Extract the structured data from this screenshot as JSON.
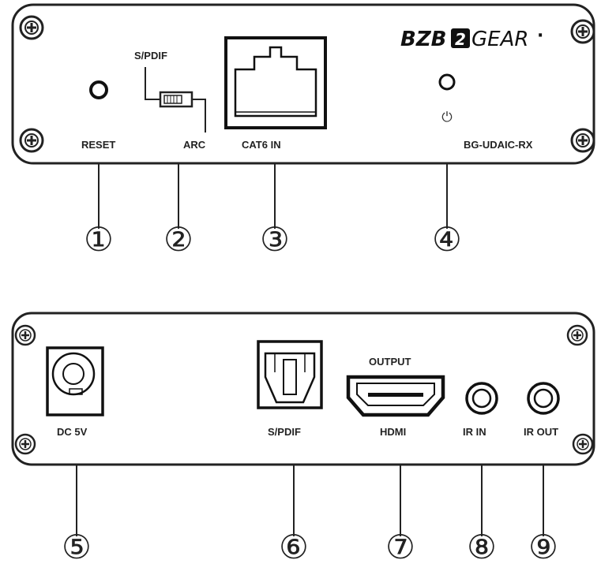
{
  "brand": {
    "logo_part1": "BZB",
    "logo_mark": "2",
    "logo_part2": "GEAR",
    "logo_suffix": "·"
  },
  "front_panel": {
    "model": "BG-UDAIC-RX",
    "labels": {
      "reset": "RESET",
      "spdif_switch": "S/PDIF",
      "arc": "ARC",
      "cat6_in": "CAT6 IN",
      "power_symbol": "⏻"
    },
    "callouts": [
      "①",
      "②",
      "③",
      "④"
    ]
  },
  "rear_panel": {
    "labels": {
      "dc": "DC 5V",
      "spdif": "S/PDIF",
      "output": "OUTPUT",
      "hdmi": "HDMI",
      "ir_in": "IR IN",
      "ir_out": "IR OUT"
    },
    "callouts": [
      "⑤",
      "⑥",
      "⑦",
      "⑧",
      "⑨"
    ]
  }
}
